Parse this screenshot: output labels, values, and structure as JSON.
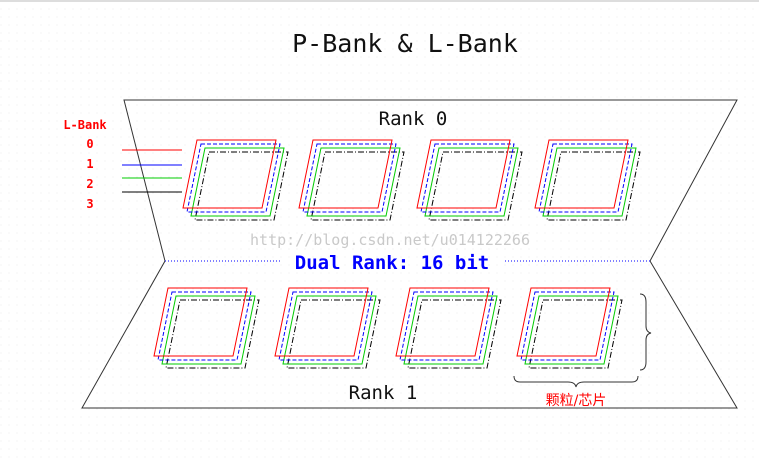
{
  "title": "P-Bank & L-Bank",
  "rank0_label": "Rank 0",
  "rank1_label": "Rank 1",
  "dual_rank_label": "Dual Rank: 16 bit",
  "l_bank": {
    "header": "L-Bank",
    "items": [
      "0",
      "1",
      "2",
      "3"
    ]
  },
  "chip_label": "颗粒/芯片",
  "watermark": "http://blog.csdn.net/u014122266",
  "colors": {
    "layer_0": "#ff0000",
    "layer_1": "#0000ff",
    "layer_2": "#00cc00",
    "layer_3": "#000000",
    "accent_blue": "#0000ff",
    "accent_red": "#ff0000"
  }
}
